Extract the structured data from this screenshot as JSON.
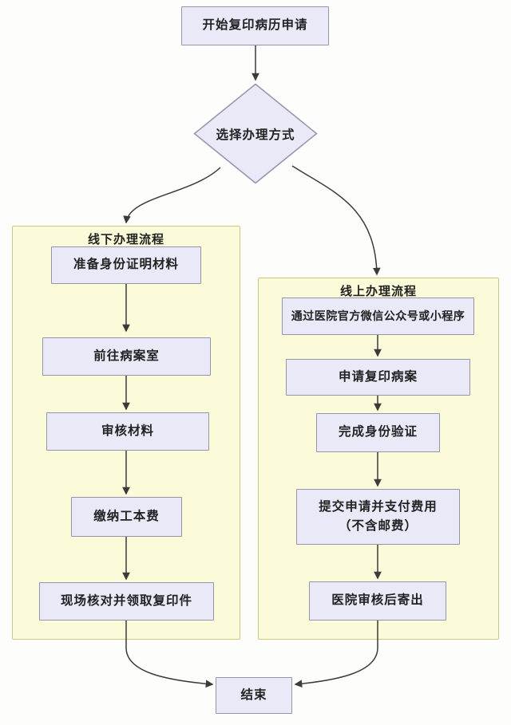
{
  "colors": {
    "page_bg": "#fdfdfb",
    "node_fill": "#e9e9f8",
    "node_border": "#9793ae",
    "container_fill": "#fbfad9",
    "container_border": "#c9c981",
    "connector": "#3b3b3b",
    "text": "#222222"
  },
  "flowchart": {
    "start": {
      "label": "开始复印病历申请"
    },
    "decision": {
      "label": "选择办理方式"
    },
    "offline": {
      "title": "线下办理流程",
      "steps": [
        "准备身份证明材料",
        "前往病案室",
        "审核材料",
        "缴纳工本费",
        "现场核对并领取复印件"
      ]
    },
    "online": {
      "title": "线上办理流程",
      "steps": [
        "通过医院官方微信公众号或小程序",
        "申请复印病案",
        "完成身份验证",
        "提交申请并支付费用\n（不含邮费）",
        "医院审核后寄出"
      ]
    },
    "end": {
      "label": "结束"
    }
  }
}
